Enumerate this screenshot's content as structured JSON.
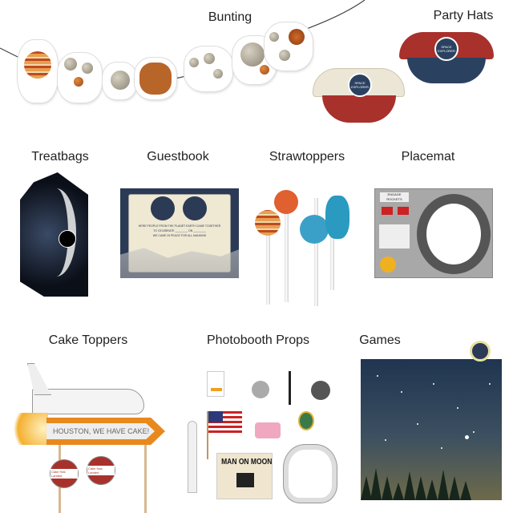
{
  "sections": {
    "bunting": "Bunting",
    "party_hats": "Party Hats",
    "treatbags": "Treatbags",
    "guestbook": "Guestbook",
    "strawtoppers": "Strawtoppers",
    "placemat": "Placemat",
    "cake_toppers": "Cake Toppers",
    "photobooth_props": "Photobooth Props",
    "games": "Games"
  },
  "guestbook": {
    "line1": "HERE PEOPLE FROM THE PLANET EARTH CAME TOGETHER",
    "line2": "TO CELEBRATE ________ ON ________",
    "line3": "WE CAME IN PEACE FOR ALL MANKIND"
  },
  "placemat": {
    "title": "ENGAGE ROCKETS"
  },
  "cake_topper": {
    "banner": "HOUSTON, WE HAVE CAKE!",
    "balloon": "Cake Has Landed"
  },
  "props": {
    "newspaper_headline": "MAN ON MOON",
    "badge": "SPACE EXPLORER"
  },
  "colors": {
    "hat_red": "#a8312c",
    "hat_navy": "#2b4160",
    "hat_cream": "#ece6d6",
    "rocket_orange": "#e8891e",
    "games_top": "#1f3550",
    "games_bottom": "#6e6a4a"
  }
}
